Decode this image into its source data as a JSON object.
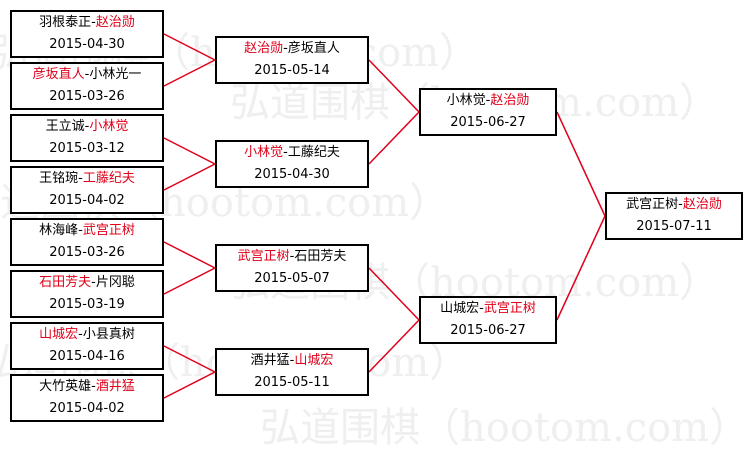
{
  "watermark": "弘道围棋（hootom.com）",
  "matches": [
    {
      "id": "r1m1",
      "p1": "羽根泰正",
      "p2": "赵治勋",
      "winner": 2,
      "date": "2015-04-30"
    },
    {
      "id": "r1m2",
      "p1": "彦坂直人",
      "p2": "小林光一",
      "winner": 1,
      "date": "2015-03-26"
    },
    {
      "id": "r1m3",
      "p1": "王立诚",
      "p2": "小林觉",
      "winner": 2,
      "date": "2015-03-12"
    },
    {
      "id": "r1m4",
      "p1": "王铭琬",
      "p2": "工藤纪夫",
      "winner": 2,
      "date": "2015-04-02"
    },
    {
      "id": "r1m5",
      "p1": "林海峰",
      "p2": "武宫正树",
      "winner": 2,
      "date": "2015-03-26"
    },
    {
      "id": "r1m6",
      "p1": "石田芳夫",
      "p2": "片冈聪",
      "winner": 1,
      "date": "2015-03-19"
    },
    {
      "id": "r1m7",
      "p1": "山城宏",
      "p2": "小县真树",
      "winner": 1,
      "date": "2015-04-16"
    },
    {
      "id": "r1m8",
      "p1": "大竹英雄",
      "p2": "酒井猛",
      "winner": 2,
      "date": "2015-04-02"
    },
    {
      "id": "r2m1",
      "p1": "赵治勋",
      "p2": "彦坂直人",
      "winner": 1,
      "date": "2015-05-14"
    },
    {
      "id": "r2m2",
      "p1": "小林觉",
      "p2": "工藤纪夫",
      "winner": 1,
      "date": "2015-04-30"
    },
    {
      "id": "r2m3",
      "p1": "武宫正树",
      "p2": "石田芳夫",
      "winner": 1,
      "date": "2015-05-07"
    },
    {
      "id": "r2m4",
      "p1": "酒井猛",
      "p2": "山城宏",
      "winner": 2,
      "date": "2015-05-11"
    },
    {
      "id": "r3m1",
      "p1": "小林觉",
      "p2": "赵治勋",
      "winner": 2,
      "date": "2015-06-27"
    },
    {
      "id": "r3m2",
      "p1": "山城宏",
      "p2": "武宫正树",
      "winner": 2,
      "date": "2015-06-27"
    },
    {
      "id": "final",
      "p1": "武宫正树",
      "p2": "赵治勋",
      "winner": 2,
      "date": "2015-07-11"
    }
  ],
  "colors": {
    "winner": "#e0001a",
    "connector": "#e0001a",
    "box_border": "#000000",
    "watermark": "#efefef"
  }
}
